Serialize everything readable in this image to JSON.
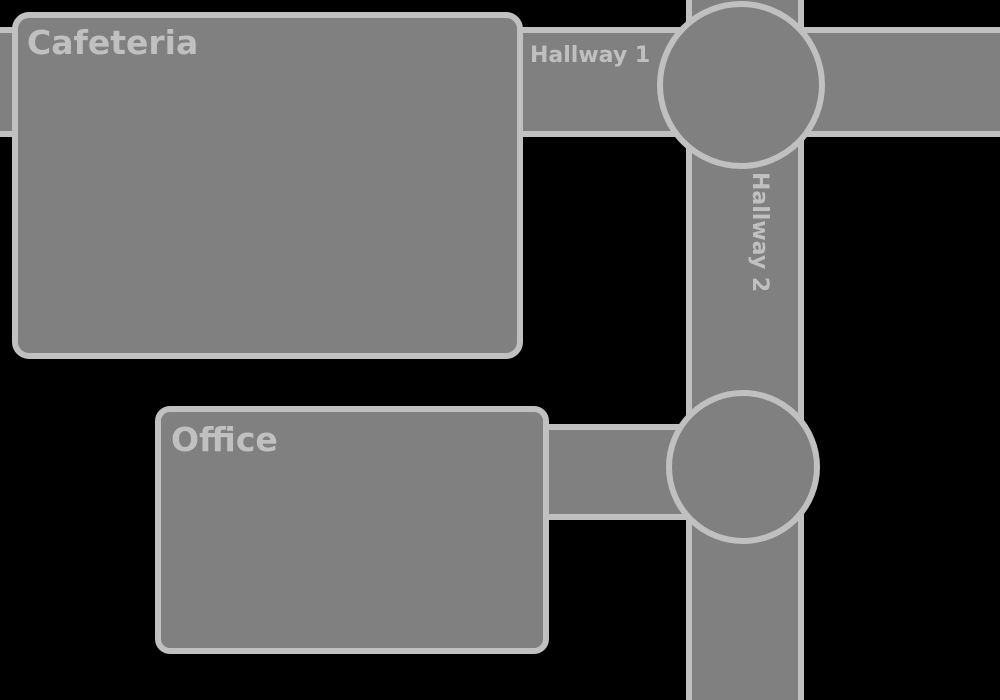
{
  "map": {
    "colors": {
      "background": "#000000",
      "floor_fill": "#808080",
      "outline": "#c0c0c0",
      "label": "#c0c0c0"
    },
    "rooms": [
      {
        "id": "cafeteria",
        "label": "Cafeteria"
      },
      {
        "id": "office",
        "label": "Office"
      }
    ],
    "hallways": [
      {
        "id": "hallway-1",
        "label": "Hallway 1",
        "orientation": "horizontal"
      },
      {
        "id": "hallway-2",
        "label": "Hallway 2",
        "orientation": "vertical"
      }
    ],
    "junctions": 2
  }
}
